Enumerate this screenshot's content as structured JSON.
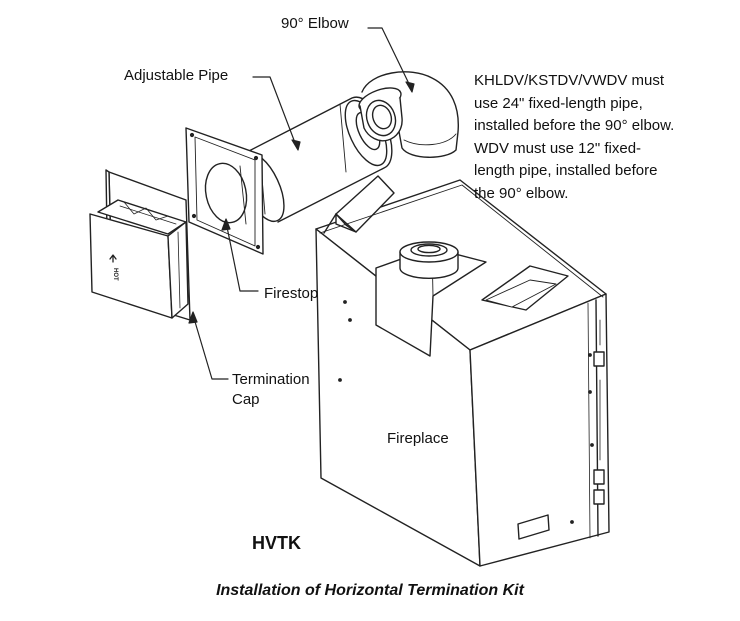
{
  "labels": {
    "elbow": "90° Elbow",
    "adjustable_pipe": "Adjustable Pipe",
    "firestop": "Firestop",
    "termination_cap_line1": "Termination",
    "termination_cap_line2": "Cap",
    "fireplace": "Fireplace",
    "cap_marking": "HOT"
  },
  "note_lines": [
    "KHLDV/KSTDV/VWDV must",
    "use 24\" fixed-length pipe,",
    "installed before the 90° elbow.",
    " WDV must use 12\" fixed-",
    " length pipe, installed before",
    " the 90° elbow."
  ],
  "kit_name": "HVTK",
  "caption": "Installation of Horizontal Termination Kit"
}
